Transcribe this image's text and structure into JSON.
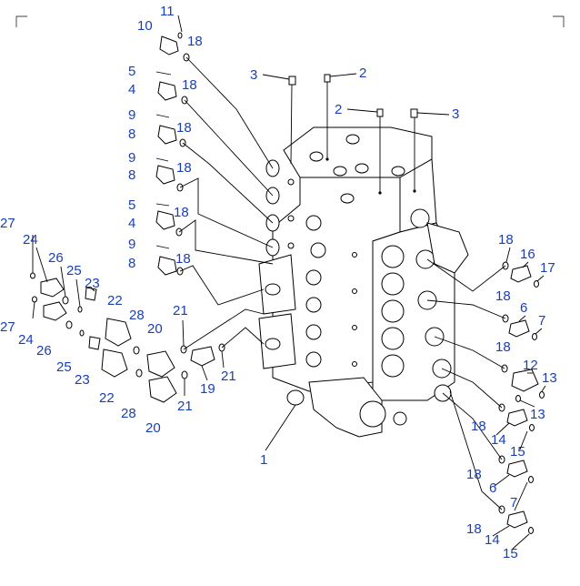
{
  "callouts": [
    {
      "id": "c11a",
      "text": "11"
    },
    {
      "id": "c10a",
      "text": "10"
    },
    {
      "id": "c18a",
      "text": "18"
    },
    {
      "id": "c5a",
      "text": "5"
    },
    {
      "id": "c4a",
      "text": "4"
    },
    {
      "id": "c18b",
      "text": "18"
    },
    {
      "id": "c9a",
      "text": "9"
    },
    {
      "id": "c8a",
      "text": "8"
    },
    {
      "id": "c18c",
      "text": "18"
    },
    {
      "id": "c9b",
      "text": "9"
    },
    {
      "id": "c8b",
      "text": "8"
    },
    {
      "id": "c18d",
      "text": "18"
    },
    {
      "id": "c5b",
      "text": "5"
    },
    {
      "id": "c4b",
      "text": "4"
    },
    {
      "id": "c18e",
      "text": "18"
    },
    {
      "id": "c9c",
      "text": "9"
    },
    {
      "id": "c8c",
      "text": "8"
    },
    {
      "id": "c18f",
      "text": "18"
    },
    {
      "id": "c3a",
      "text": "3"
    },
    {
      "id": "c2a",
      "text": "2"
    },
    {
      "id": "c2b",
      "text": "2"
    },
    {
      "id": "c3b",
      "text": "3"
    },
    {
      "id": "c27a",
      "text": "27"
    },
    {
      "id": "c24a",
      "text": "24"
    },
    {
      "id": "c26a",
      "text": "26"
    },
    {
      "id": "c25a",
      "text": "25"
    },
    {
      "id": "c23a",
      "text": "23"
    },
    {
      "id": "c27b",
      "text": "27"
    },
    {
      "id": "c24b",
      "text": "24"
    },
    {
      "id": "c26b",
      "text": "26"
    },
    {
      "id": "c25b",
      "text": "25"
    },
    {
      "id": "c23b",
      "text": "23"
    },
    {
      "id": "c22a",
      "text": "22"
    },
    {
      "id": "c28a",
      "text": "28"
    },
    {
      "id": "c20a",
      "text": "20"
    },
    {
      "id": "c22b",
      "text": "22"
    },
    {
      "id": "c28b",
      "text": "28"
    },
    {
      "id": "c20b",
      "text": "20"
    },
    {
      "id": "c21a",
      "text": "21"
    },
    {
      "id": "c19",
      "text": "19"
    },
    {
      "id": "c21b",
      "text": "21"
    },
    {
      "id": "c21c",
      "text": "21"
    },
    {
      "id": "c1",
      "text": "1"
    },
    {
      "id": "c18g",
      "text": "18"
    },
    {
      "id": "c16",
      "text": "16"
    },
    {
      "id": "c17",
      "text": "17"
    },
    {
      "id": "c18h",
      "text": "18"
    },
    {
      "id": "c6a",
      "text": "6"
    },
    {
      "id": "c7a",
      "text": "7"
    },
    {
      "id": "c18i",
      "text": "18"
    },
    {
      "id": "c12",
      "text": "12"
    },
    {
      "id": "c13a",
      "text": "13"
    },
    {
      "id": "c13b",
      "text": "13"
    },
    {
      "id": "c18j",
      "text": "18"
    },
    {
      "id": "c14a",
      "text": "14"
    },
    {
      "id": "c15a",
      "text": "15"
    },
    {
      "id": "c18k",
      "text": "18"
    },
    {
      "id": "c6b",
      "text": "6"
    },
    {
      "id": "c7b",
      "text": "7"
    },
    {
      "id": "c18l",
      "text": "18"
    },
    {
      "id": "c14b",
      "text": "14"
    },
    {
      "id": "c15b",
      "text": "15"
    }
  ]
}
